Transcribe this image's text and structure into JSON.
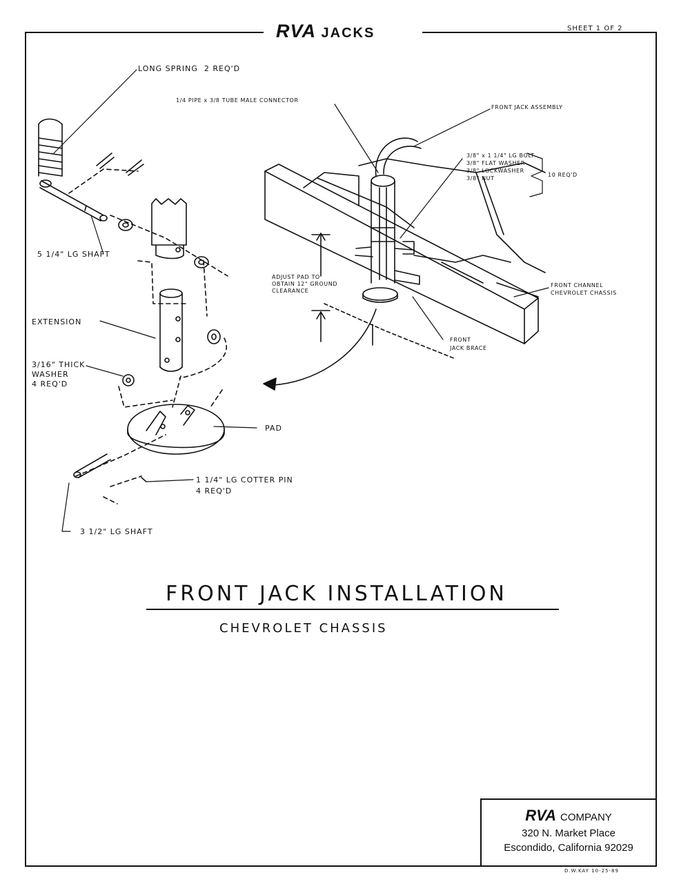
{
  "header": {
    "brand": "RVA",
    "brand_sub": "JACKS",
    "sheet": "SHEET 1 OF 2"
  },
  "labels": {
    "long_spring": "LONG SPRING  2 REQ'D",
    "pipe_connector": "1/4 PIPE x 3/8 TUBE MALE CONNECTOR",
    "front_jack_assembly": "FRONT JACK ASSEMBLY",
    "bolt": "3/8\" x 1 1/4\" LG BOLT",
    "flat_washer": "3/8\" FLAT WASHER",
    "lockwasher": "3/8\" LOCKWASHER",
    "nut": "3/8\" NUT",
    "ten_reqd": "10 REQ'D",
    "shaft_long": "5 1/4\" LG SHAFT",
    "adjust_pad": "ADJUST PAD TO\nOBTAIN 12\" GROUND\nCLEARANCE",
    "front_channel": "FRONT CHANNEL\nCHEVROLET CHASSIS",
    "extension": "EXTENSION",
    "thick_washer": "3/16\" THICK\nWASHER\n4 REQ'D",
    "front_jack_brace": "FRONT\nJACK BRACE",
    "pad": "PAD",
    "cotter_pin": "1 1/4\" LG COTTER PIN\n4 REQ'D",
    "shaft_short": "3 1/2\" LG SHAFT"
  },
  "title": {
    "main": "FRONT JACK INSTALLATION",
    "sub": "CHEVROLET CHASSIS"
  },
  "company": {
    "brand": "RVA",
    "name": "COMPANY",
    "address": "320 N. Market Place",
    "city": "Escondido, California 92029"
  },
  "drafter": "D.W.KAY  10-25-89"
}
